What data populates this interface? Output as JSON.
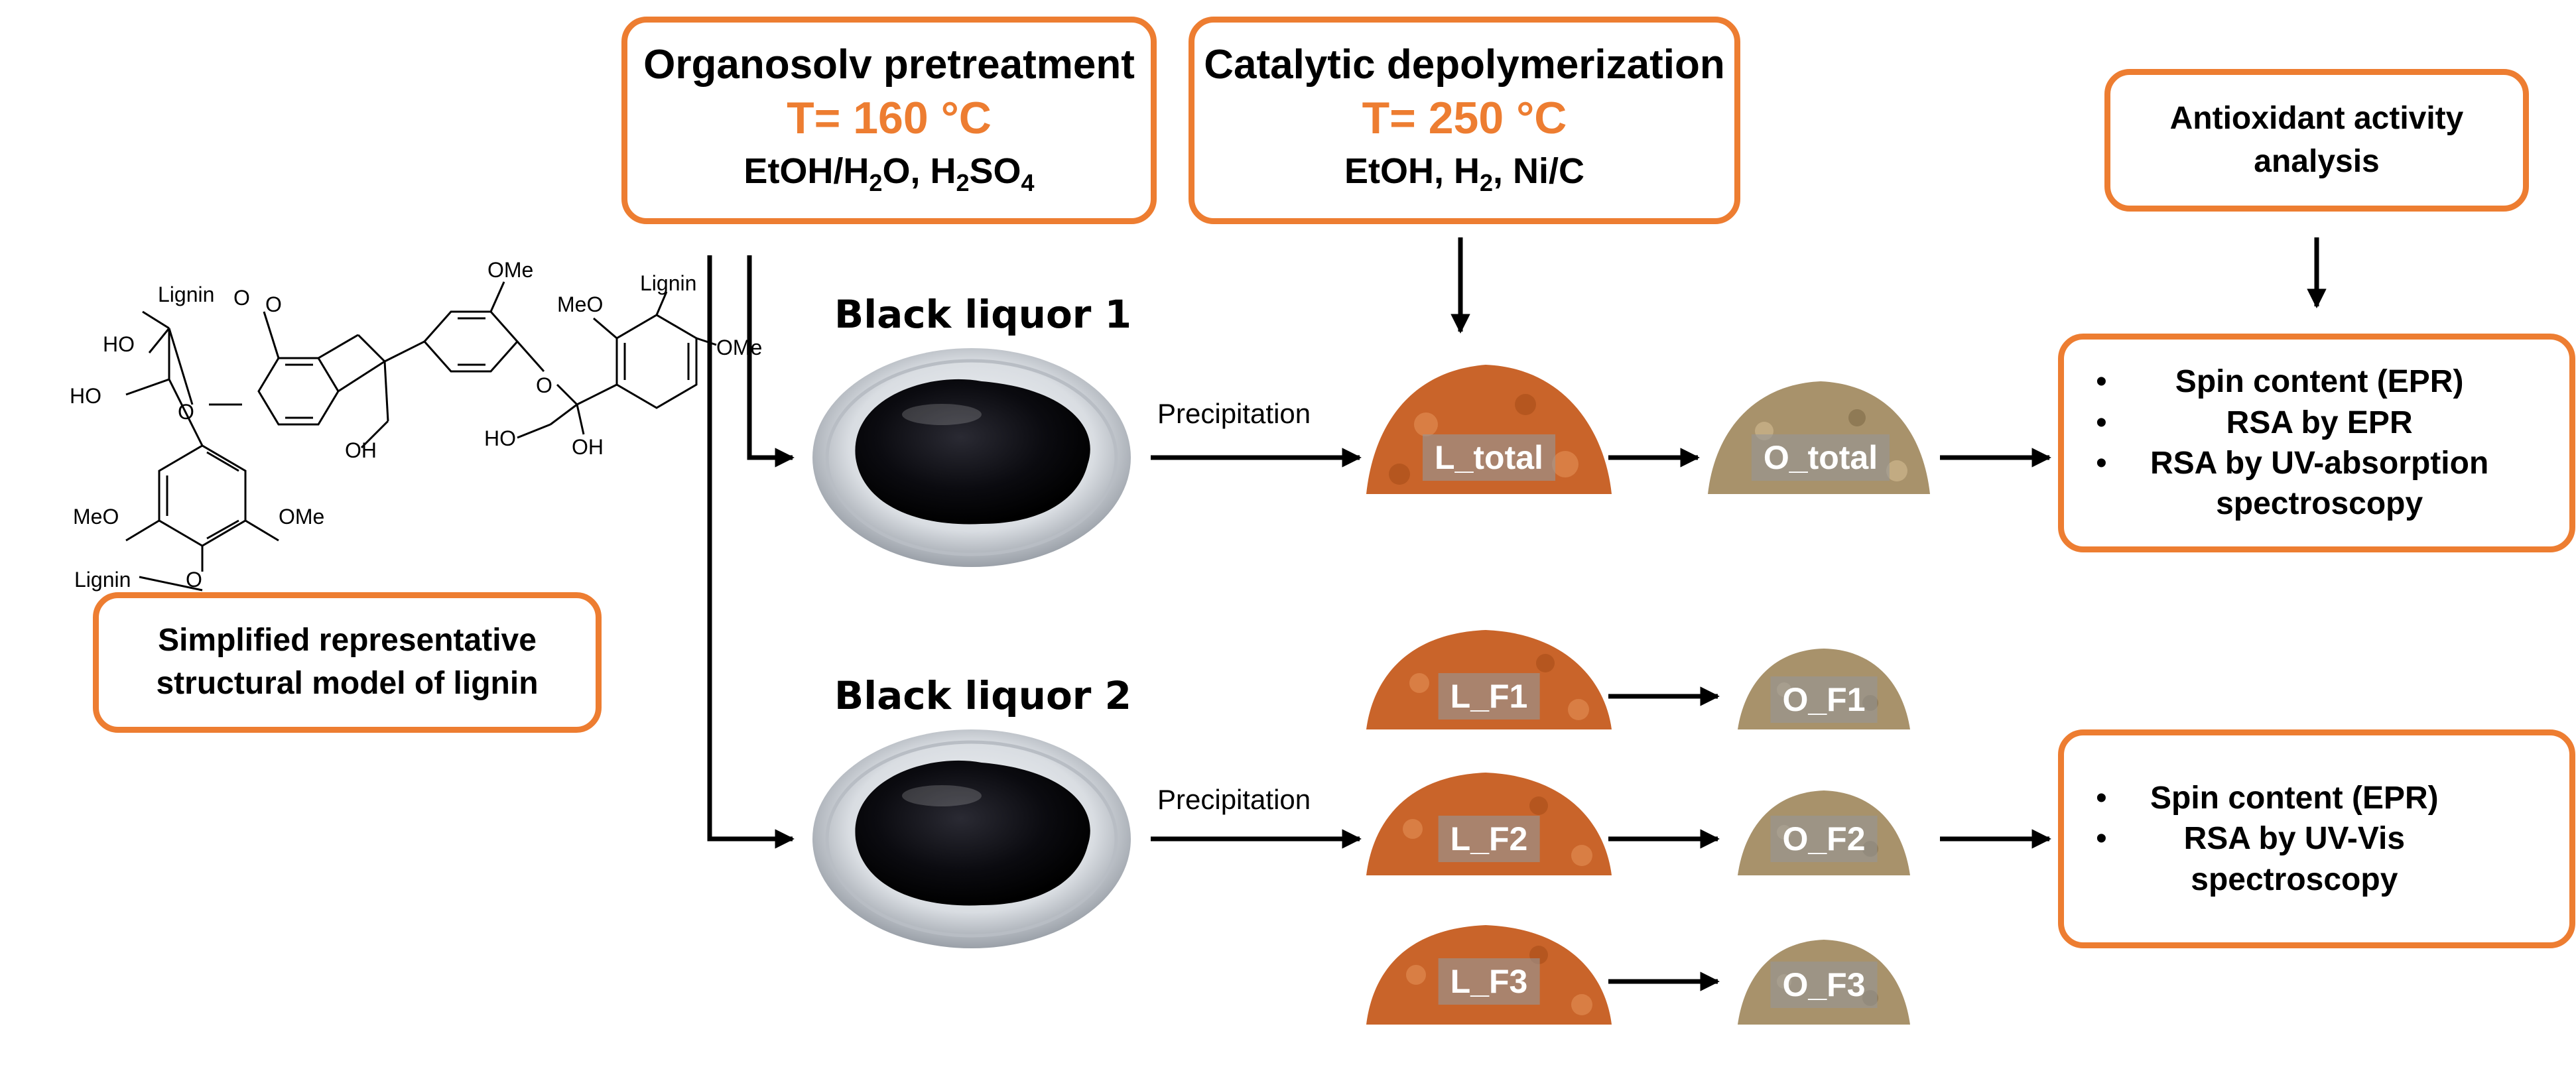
{
  "organosolv": {
    "title": "Organosolv pretreatment",
    "temperature": "T= 160 °C",
    "cond_a": "EtOH/H",
    "cond_b": "2",
    "cond_c": "O, H",
    "cond_d": "2",
    "cond_e": "SO",
    "cond_f": "4"
  },
  "depolymerization": {
    "title": "Catalytic depolymerization",
    "temperature": "T= 250 °C",
    "cond_a": "EtOH, H",
    "cond_b": "2",
    "cond_c": ", Ni/C"
  },
  "antioxidant": {
    "line1": "Antioxidant activity",
    "line2": "analysis"
  },
  "model": {
    "line1": "Simplified representative",
    "line2": "structural model of lignin",
    "structure_labels": {
      "lignin_1": "Lignin",
      "lignin_2": "Lignin",
      "lignin_3": "Lignin",
      "ome_1": "OMe",
      "ome_2": "MeO",
      "ome_3": "OMe",
      "ome_4": "MeO",
      "ome_5": "OMe",
      "ho_1": "HO",
      "ho_2": "HO",
      "oh_1": "OH",
      "ho_3": "HO",
      "oh_2": "OH",
      "o_1": "O",
      "o_2": "O",
      "o_3": "O",
      "o_4": "O",
      "o_5": "O"
    }
  },
  "black_liquor_1": "Black liquor 1",
  "black_liquor_2": "Black liquor 2",
  "precipitation_1": "Precipitation",
  "precipitation_2": "Precipitation",
  "samples": {
    "l_total": "L_total",
    "o_total": "O_total",
    "l_f1": "L_F1",
    "o_f1": "O_F1",
    "l_f2": "L_F2",
    "o_f2": "O_F2",
    "l_f3": "L_F3",
    "o_f3": "O_F3"
  },
  "analysis_1": {
    "bullet": "•",
    "item1": "Spin content (EPR)",
    "item2": "RSA by EPR",
    "item3": "RSA by UV-absorption",
    "item3b": "spectroscopy"
  },
  "analysis_2": {
    "bullet": "•",
    "item1": "Spin content (EPR)",
    "item2": "RSA by UV-Vis",
    "item2b": "spectroscopy"
  },
  "colors": {
    "accent": "#ED7D31",
    "liquor": "#0b0b10",
    "lignin_powder": "#C9642A",
    "oil_powder": "#A8926B"
  }
}
